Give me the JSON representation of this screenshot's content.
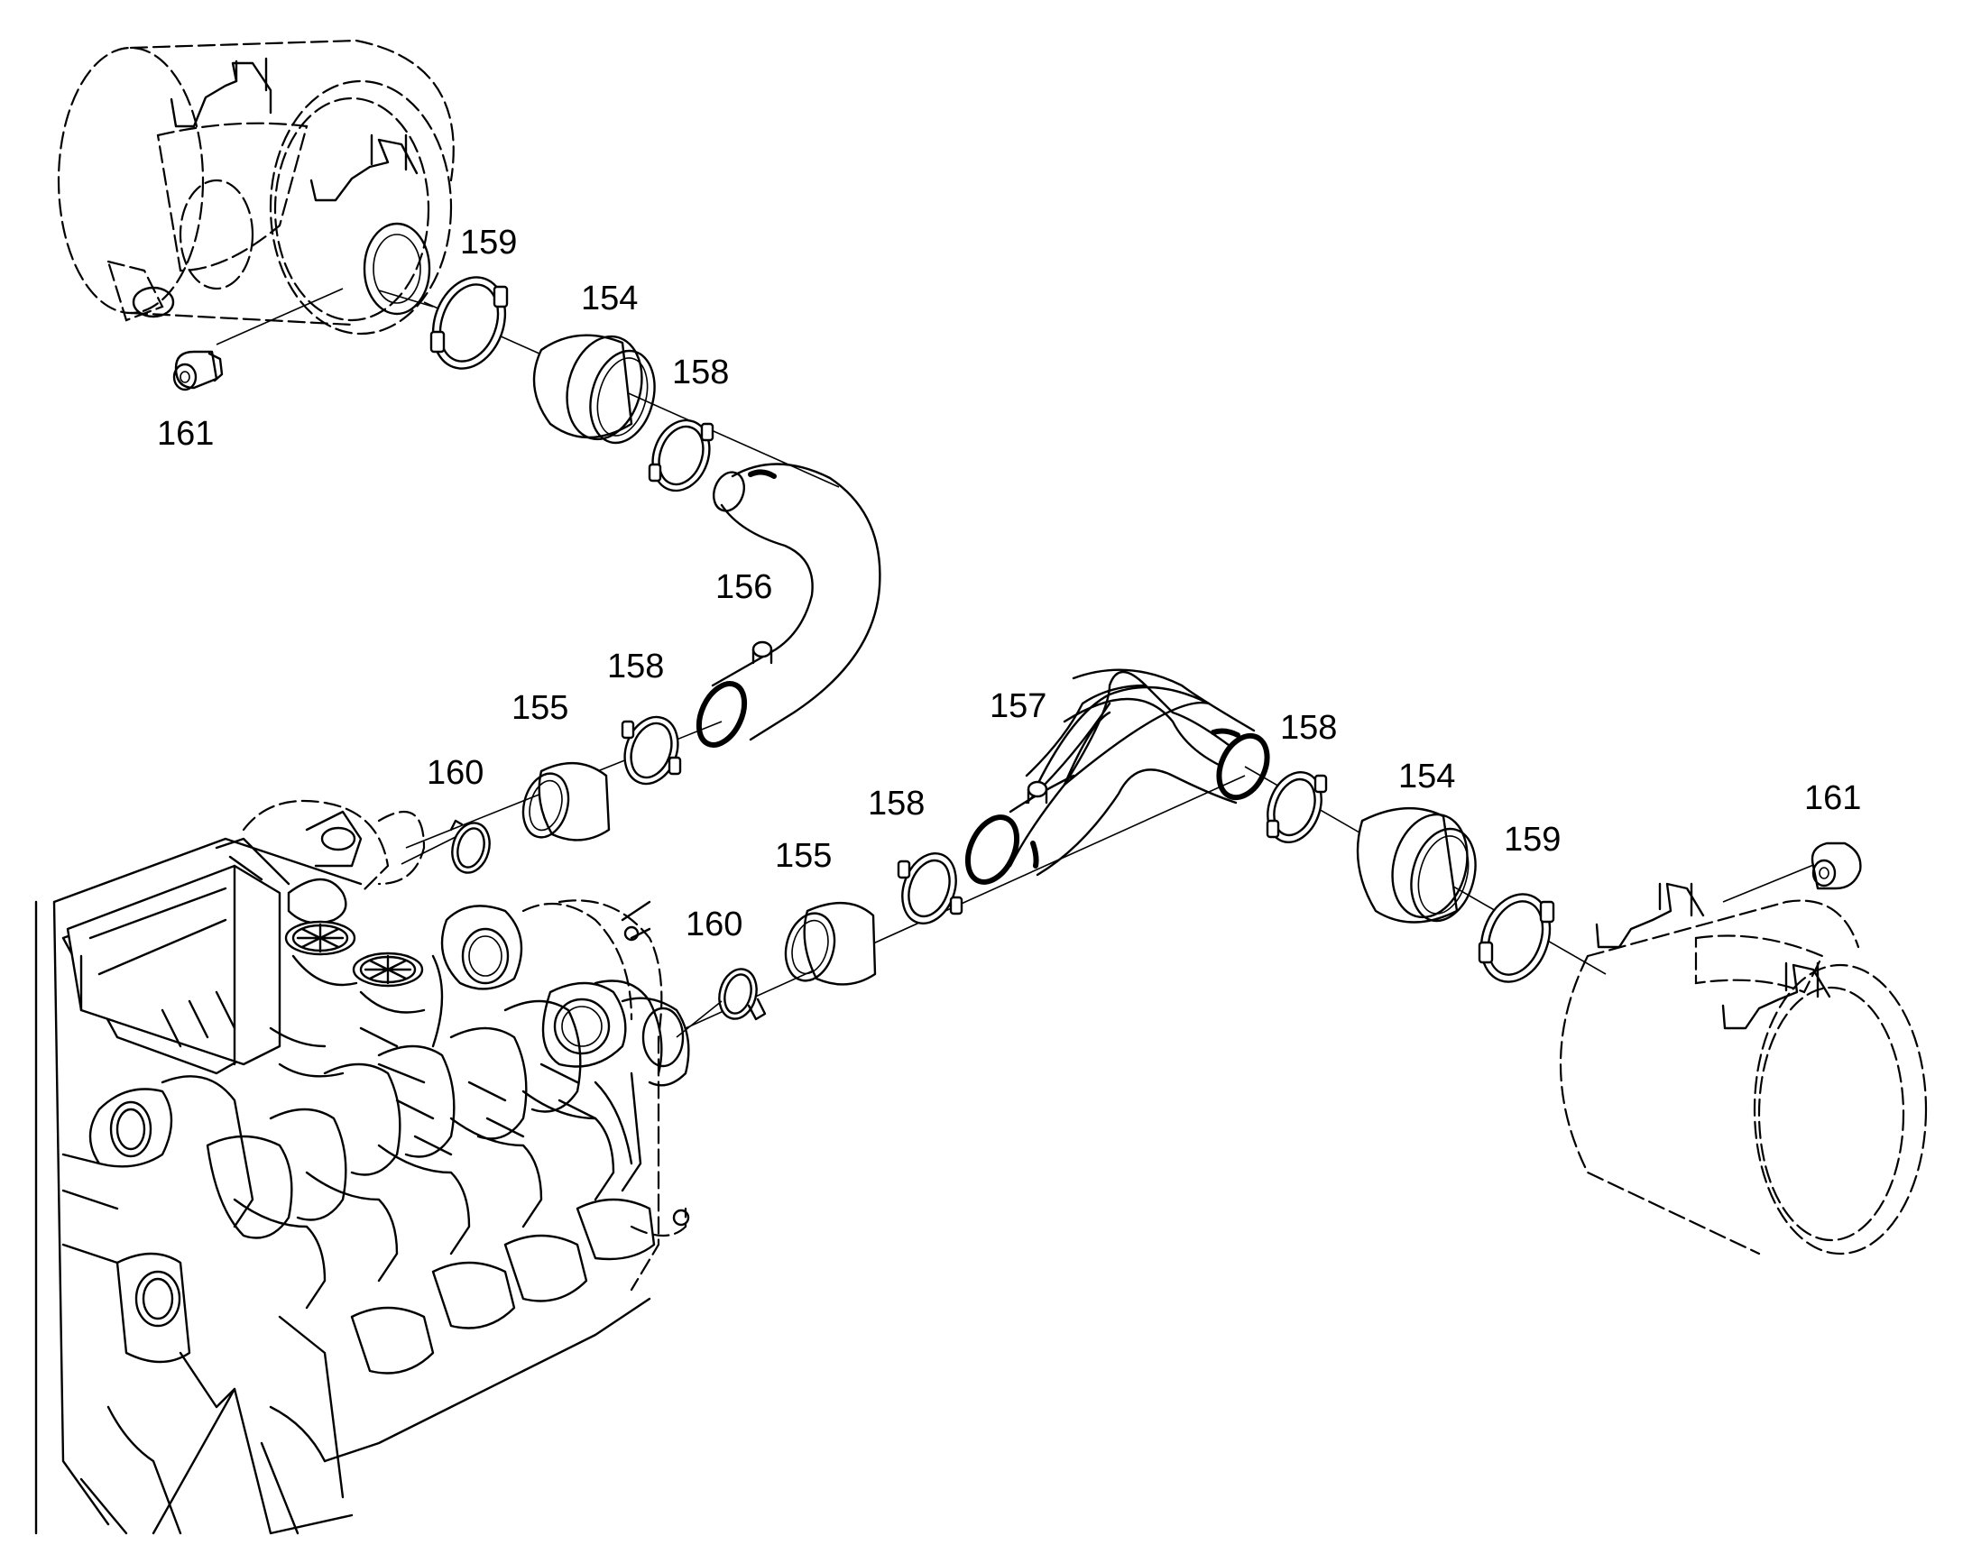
{
  "callouts": [
    {
      "id": "c159a",
      "text": "159"
    },
    {
      "id": "c154a",
      "text": "154"
    },
    {
      "id": "c158a",
      "text": "158"
    },
    {
      "id": "c161a",
      "text": "161"
    },
    {
      "id": "c156",
      "text": "156"
    },
    {
      "id": "c158b",
      "text": "158"
    },
    {
      "id": "c155a",
      "text": "155"
    },
    {
      "id": "c160a",
      "text": "160"
    },
    {
      "id": "c157",
      "text": "157"
    },
    {
      "id": "c158c",
      "text": "158"
    },
    {
      "id": "c154b",
      "text": "154"
    },
    {
      "id": "c161b",
      "text": "161"
    },
    {
      "id": "c158d",
      "text": "158"
    },
    {
      "id": "c159b",
      "text": "159"
    },
    {
      "id": "c155b",
      "text": "155"
    },
    {
      "id": "c160b",
      "text": "160"
    }
  ]
}
